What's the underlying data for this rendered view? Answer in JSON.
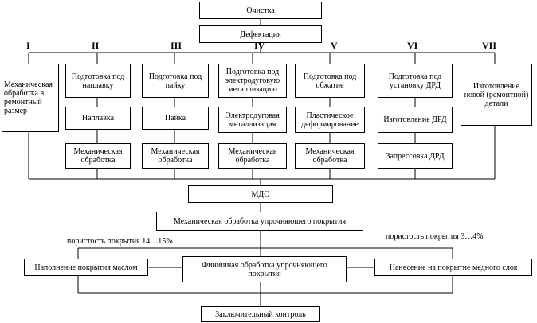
{
  "roman_numerals": [
    "I",
    "II",
    "III",
    "IV",
    "V",
    "VI",
    "VII"
  ],
  "top": {
    "cleaning": "Очистка",
    "defect": "Дефектация"
  },
  "columns": {
    "c1": {
      "b1": "Механическая обработка в ремонтный размер"
    },
    "c2": {
      "b1": "Подготовка под наплавку",
      "b2": "Наплавка",
      "b3": "Механическая обработка"
    },
    "c3": {
      "b1": "Подготовка под пайку",
      "b2": "Пайка",
      "b3": "Механическая обработка"
    },
    "c4": {
      "b1": "Подготовка под электродуговую металлизацию",
      "b2": "Электродуговая металлизация",
      "b3": "Механическая обработка"
    },
    "c5": {
      "b1": "Подготовка под обжатие",
      "b2": "Пластическое деформирование",
      "b3": "Механическая обработка"
    },
    "c6": {
      "b1": "Подготовка под установку ДРД",
      "b2": "Изготовление ДРД",
      "b3": "Запрессовка ДРД"
    },
    "c7": {
      "b1": "Изготовление новой (ремонтной) детали"
    }
  },
  "mdo": "МДО",
  "mech_coat": "Механическая обработка упрочняющего покрытия",
  "porosity_left": "пористость покрытия 14…15%",
  "porosity_right": "пористость покрытия 3…4%",
  "oil": "Наполнение покрытия маслом",
  "finish": "Финишная обработка упрочняющего покрытия",
  "copper": "Нанесение на покрытие медного слоя",
  "final": "Заключительный контроль"
}
